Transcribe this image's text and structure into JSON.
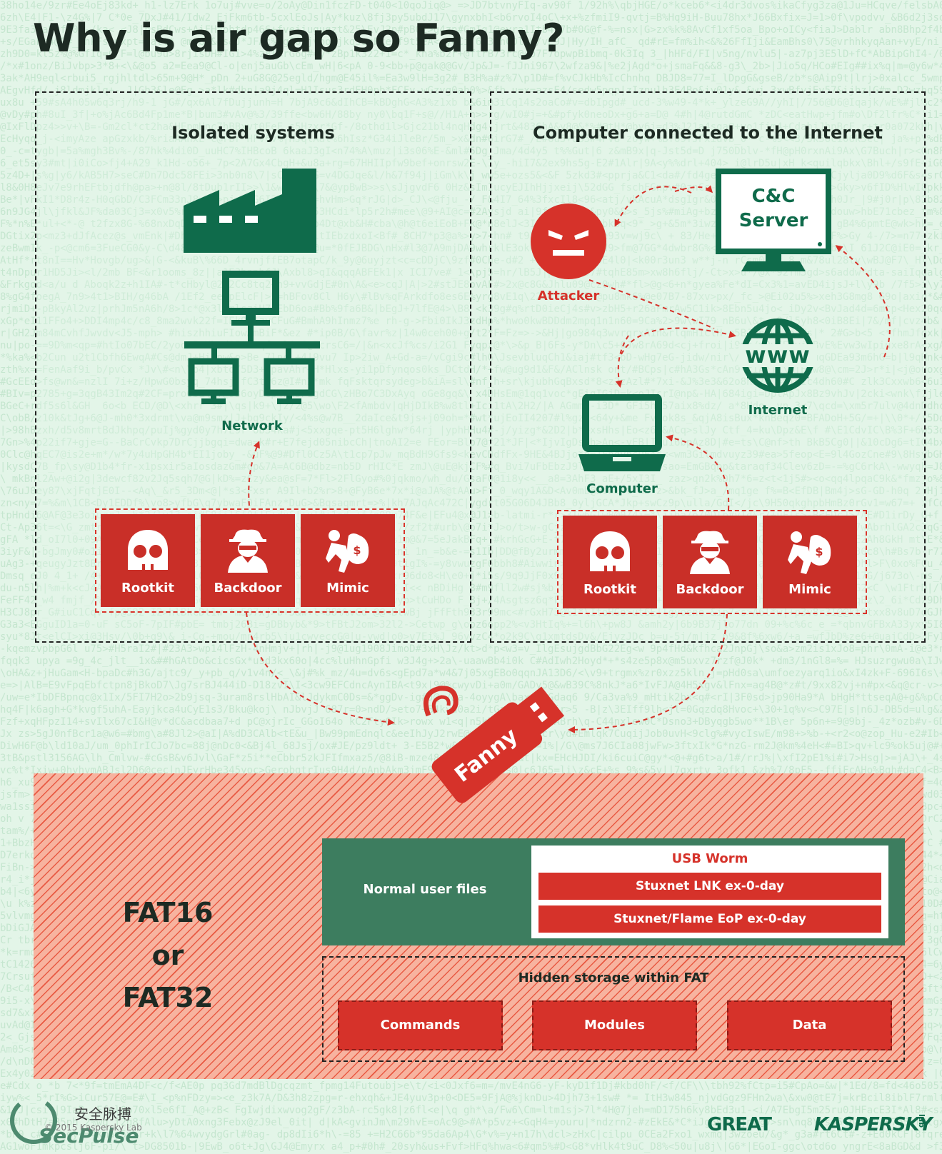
{
  "title": "Why is air gap so Fanny?",
  "left_panel": {
    "title": "Isolated systems",
    "network_label": "Network",
    "tools": [
      "Rootkit",
      "Backdoor",
      "Mimic"
    ]
  },
  "right_panel": {
    "title": "Computer connected to the Internet",
    "attacker_label": "Attacker",
    "cc_server_line1": "C&C",
    "cc_server_line2": "Server",
    "internet_label": "Internet",
    "internet_glyph": "www",
    "computer_label": "Computer",
    "tools": [
      "Rootkit",
      "Backdoor",
      "Mimic"
    ]
  },
  "usb": {
    "label": "Fanny"
  },
  "storage": {
    "fat_line1": "FAT16",
    "fat_line2": "or",
    "fat_line3": "FAT32",
    "normal_files": "Normal user files",
    "usb_worm": "USB Worm",
    "exploit1": "Stuxnet LNK ex-0-day",
    "exploit2": "Stuxnet/Flame EoP ex-0-day",
    "hidden_title": "Hidden storage within FAT",
    "hidden_items": [
      "Commands",
      "Modules",
      "Data"
    ]
  },
  "footer": {
    "watermark_cn": "安全脉搏",
    "watermark_en": "SecPulse",
    "copyright": "© 2015 Kaspersky Lab",
    "great": "GREAT",
    "kaspersky": "KASPERSKY",
    "kaspersky_lab": "lab"
  },
  "colors": {
    "background": "#e3f5e8",
    "green": "#0f6b4b",
    "red": "#d6322a",
    "dark_green_box": "#3d7d5f"
  }
}
